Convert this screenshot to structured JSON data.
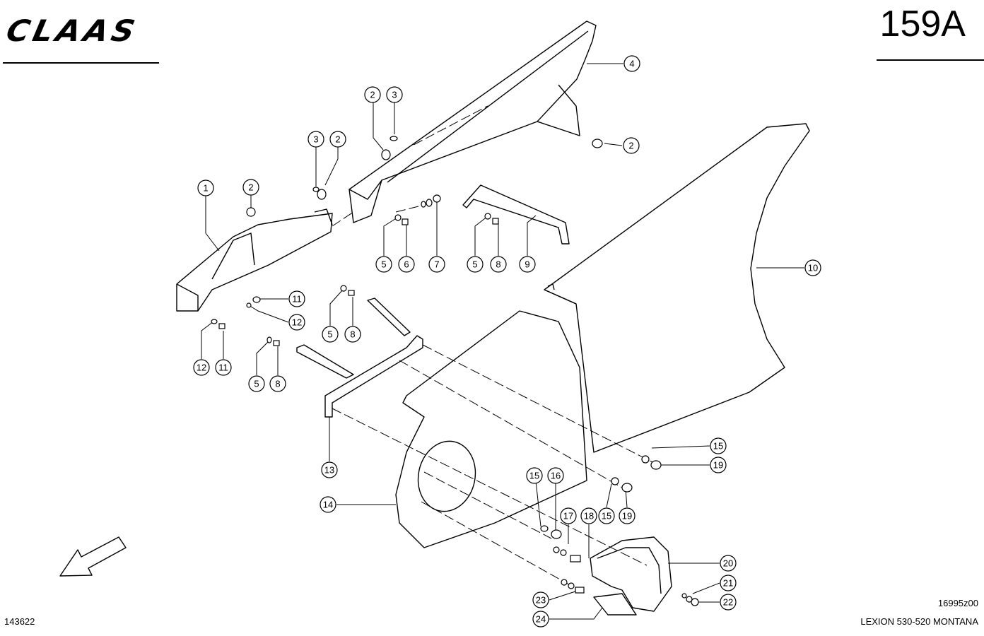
{
  "header": {
    "brand_logo": "CLAAS",
    "page_code": "159A"
  },
  "footer": {
    "drawing_number": "143622",
    "figure_number": "16995z00",
    "model": "LEXION 530-520 MONTANA"
  },
  "callouts": [
    "1",
    "2",
    "2",
    "2",
    "2",
    "3",
    "3",
    "4",
    "5",
    "5",
    "5",
    "5",
    "6",
    "7",
    "8",
    "8",
    "8",
    "9",
    "10",
    "11",
    "11",
    "12",
    "12",
    "13",
    "14",
    "15",
    "15",
    "15",
    "16",
    "17",
    "18",
    "19",
    "19",
    "20",
    "21",
    "22",
    "23",
    "24"
  ],
  "icons": {
    "direction_arrow": "direction-arrow-icon"
  }
}
